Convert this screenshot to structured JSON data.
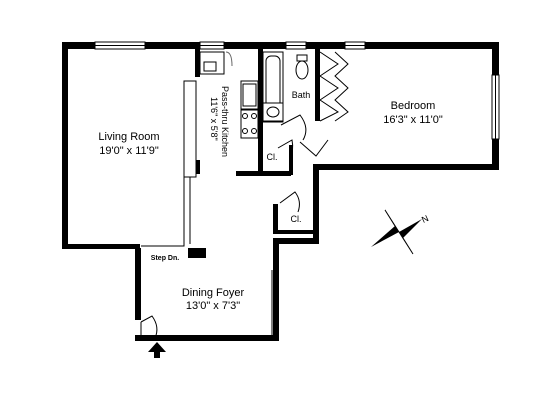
{
  "rooms": {
    "living": {
      "name": "Living Room",
      "dims": "19'0\" x 11'9\""
    },
    "kitchen": {
      "name": "Pass-thru Kitchen",
      "dims": "11'6\" x 5'8\""
    },
    "bath": {
      "name": "Bath"
    },
    "bedroom": {
      "name": "Bedroom",
      "dims": "16'3\" x 11'0\""
    },
    "closet_upper": {
      "name": "Cl."
    },
    "closet_lower": {
      "name": "Cl."
    },
    "dining": {
      "name": "Dining Foyer",
      "dims": "13'0\" x 7'3\""
    }
  },
  "step_label": "Step Dn.",
  "compass": {
    "north_label": "N"
  },
  "icons": [
    "entry-arrow-icon",
    "compass-icon",
    "door-swing-icon",
    "window-icon"
  ],
  "colors": {
    "wall": "#000000",
    "background": "#ffffff"
  }
}
